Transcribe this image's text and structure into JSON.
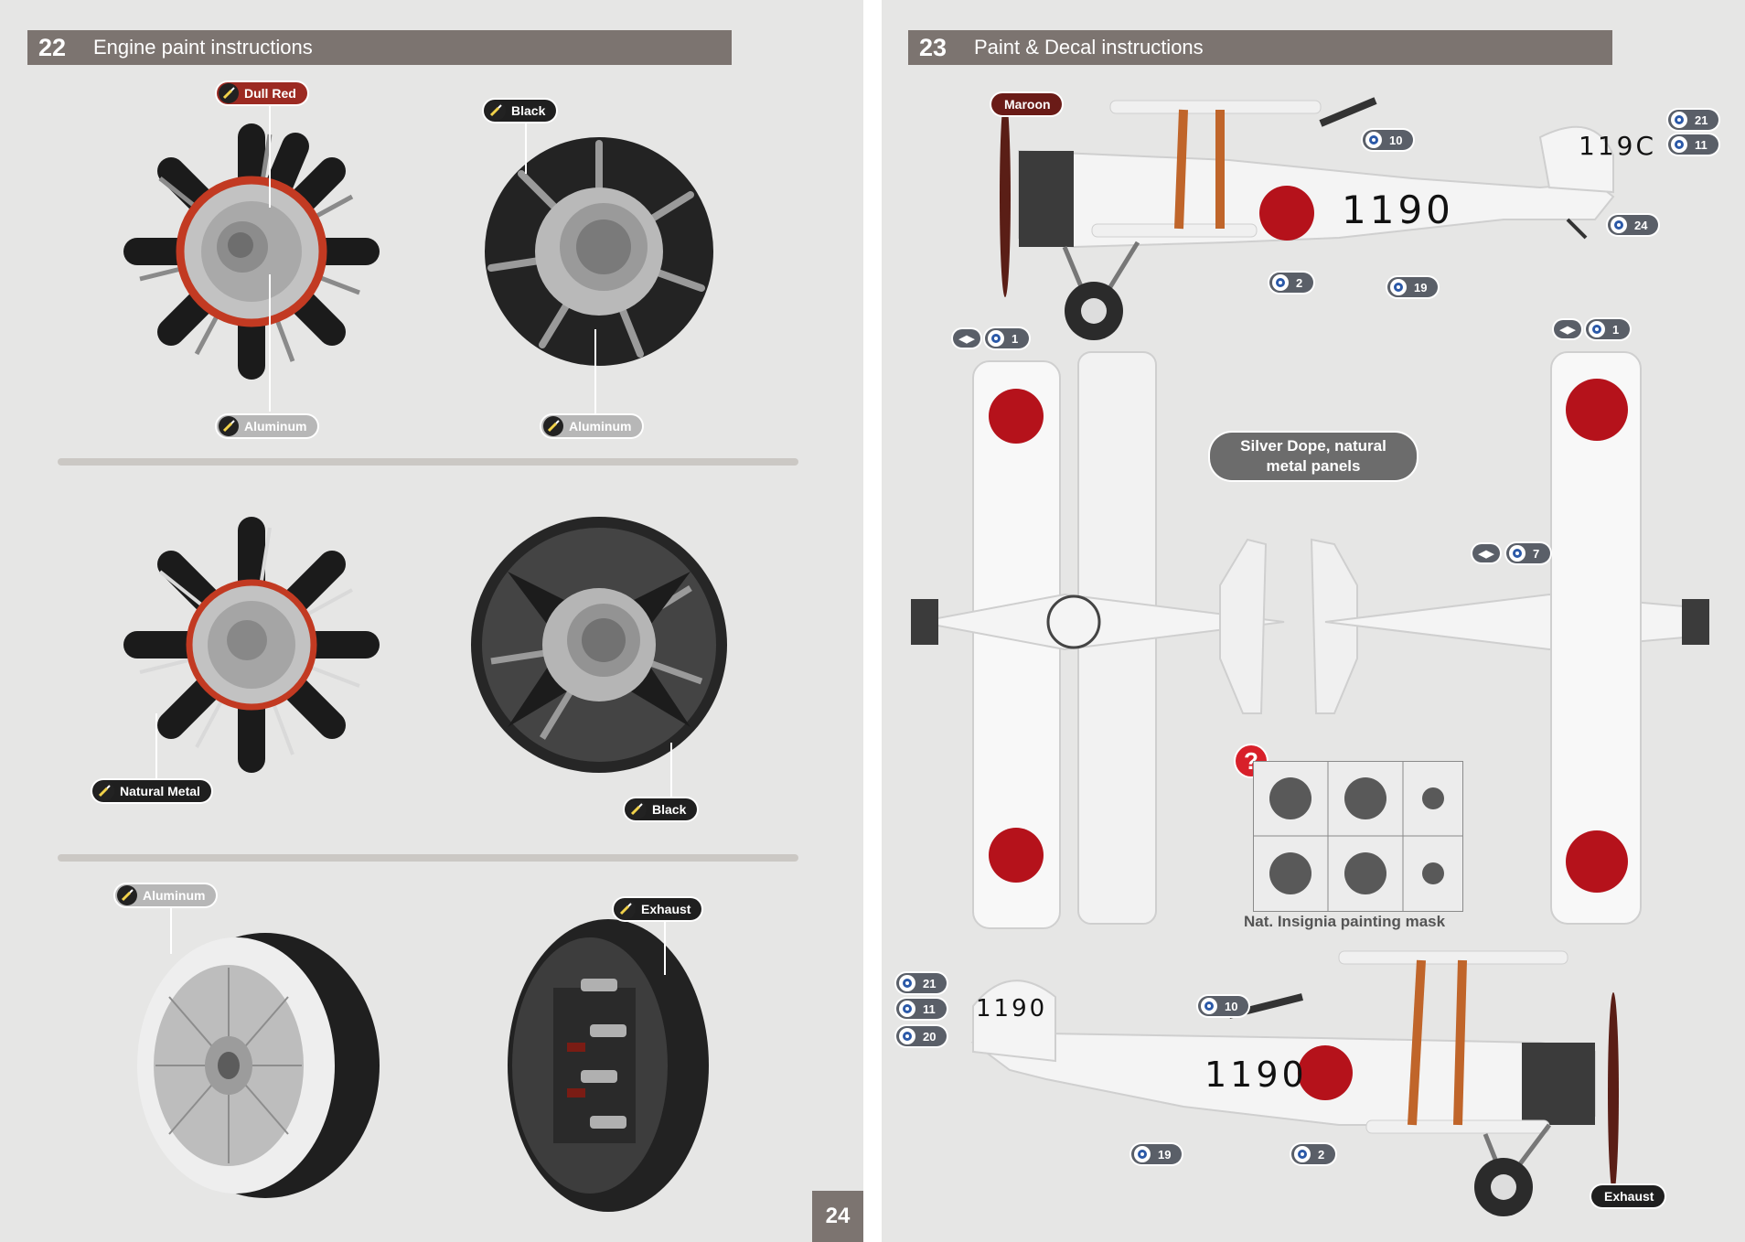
{
  "left_page": {
    "section_number": "22",
    "section_title": "Engine paint instructions",
    "page_number": "24",
    "labels": {
      "dull_red": "Dull Red",
      "black_1": "Black",
      "aluminum_1": "Aluminum",
      "aluminum_2": "Aluminum",
      "natural_metal": "Natural Metal",
      "black_2": "Black",
      "aluminum_3": "Aluminum",
      "exhaust": "Exhaust"
    }
  },
  "right_page": {
    "section_number": "23",
    "section_title": "Paint & Decal instructions",
    "labels": {
      "maroon": "Maroon",
      "silver_dope": "Silver Dope, natural metal panels",
      "insignia_mask": "Nat. Insignia painting mask",
      "exhaust": "Exhaust"
    },
    "aircraft_serial": "1190",
    "tail_code": "119C",
    "top_decals": {
      "d10": "10",
      "d2": "2",
      "d19": "19",
      "d21": "21",
      "d11": "11",
      "d24": "24"
    },
    "plan_decals": {
      "d1_left": "1",
      "d1_right": "1",
      "d7": "7"
    },
    "bottom_decals": {
      "d21": "21",
      "d11": "11",
      "d20": "20",
      "d10": "10",
      "d19": "19",
      "d2": "2"
    },
    "help_mark": "?"
  },
  "colors": {
    "header": "#7c7470",
    "dull_red": "#9c2a22",
    "maroon": "#6a1b17",
    "hinomaru": "#b5121b",
    "decal_badge": "#5a5f68"
  }
}
